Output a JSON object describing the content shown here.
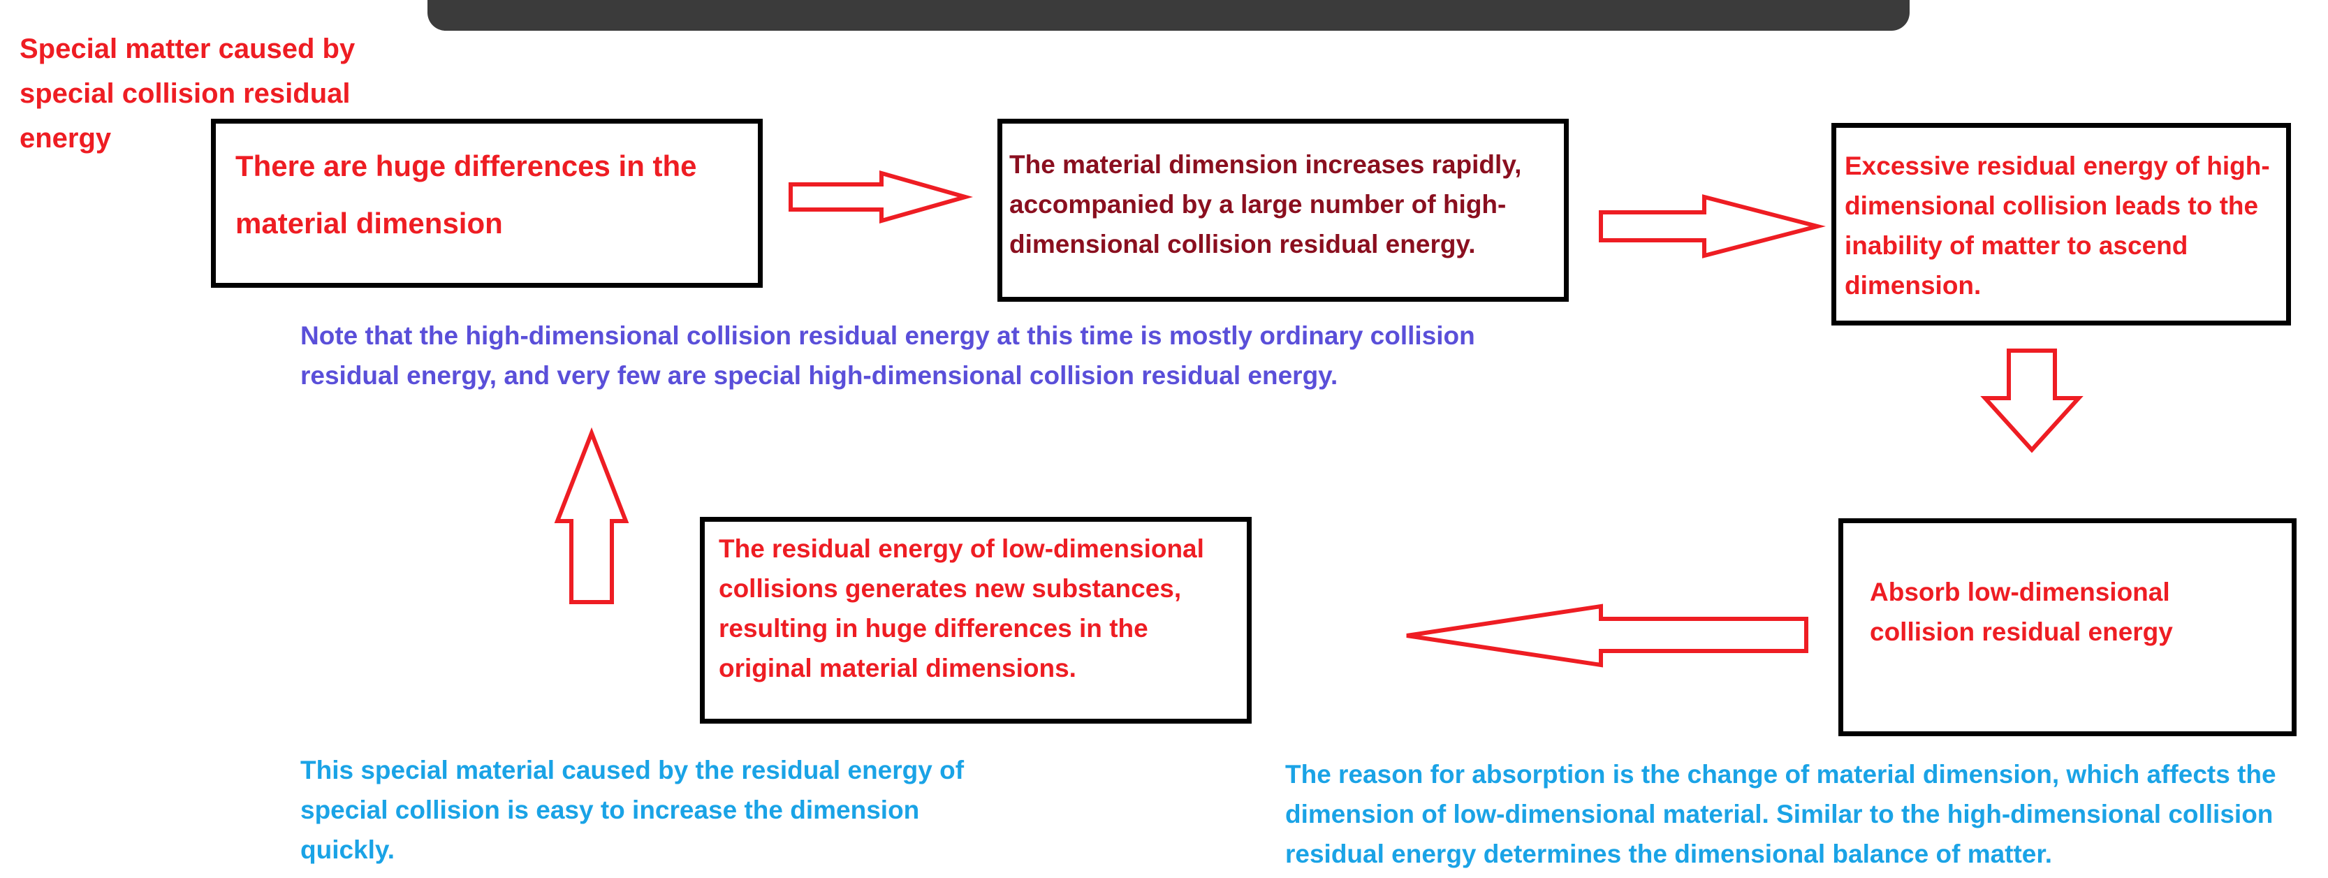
{
  "title": "Special matter caused by special collision residual energy",
  "boxes": {
    "huge_differences": "There are huge differences in the material dimension",
    "dimension_increases": "The material dimension increases rapidly, accompanied by a large number of high-dimensional collision residual energy.",
    "excessive_energy": "Excessive residual energy of high-dimensional collision leads to the inability of matter to ascend dimension.",
    "absorb": "Absorb low-dimensional collision residual energy",
    "new_substances": "The residual energy of low-dimensional collisions generates new substances, resulting in huge differences in the original material dimensions."
  },
  "notes": {
    "ordinary_energy": "Note that the high-dimensional collision residual energy at this time is mostly ordinary collision residual energy, and very few are special high-dimensional collision residual energy.",
    "special_material": "This special material caused by the residual energy of special collision is easy to increase the dimension quickly.",
    "absorption_reason": "The reason for absorption is the change of material dimension, which affects the dimension of low-dimensional material. Similar to the high-dimensional collision residual energy determines the dimensional balance of matter."
  },
  "colors": {
    "red": "#ee1d23",
    "dark_red": "#8a0f1f",
    "purple": "#5a4fd9",
    "cyan": "#1aa3e6",
    "border": "#000000",
    "top_bar": "#3b3b3b"
  }
}
